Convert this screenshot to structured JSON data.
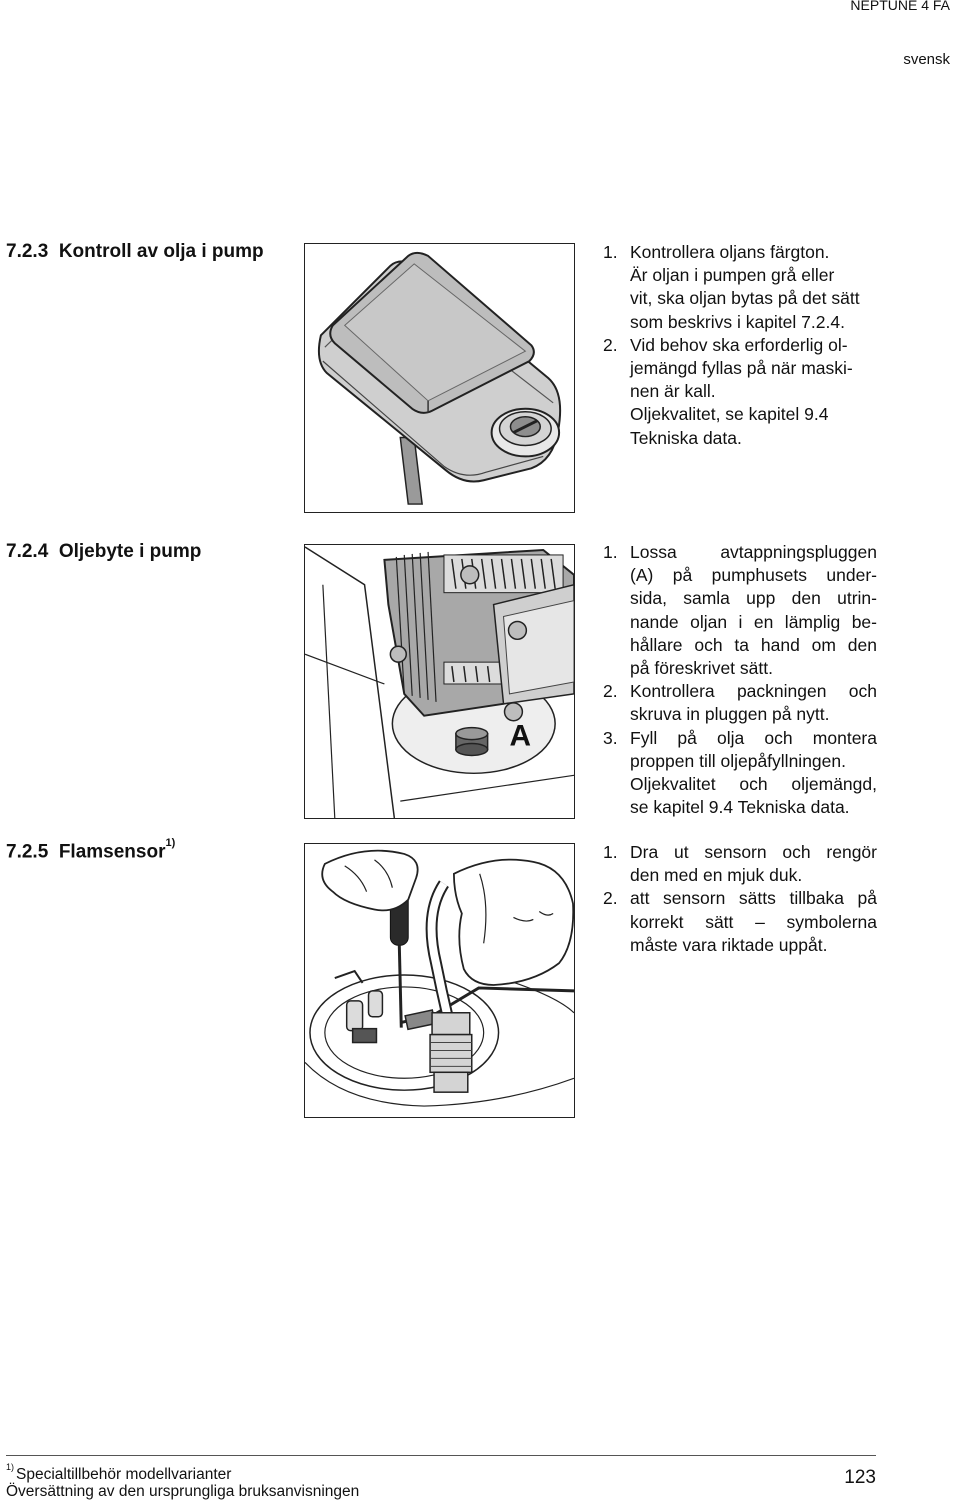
{
  "header": {
    "product": "NEPTUNE 4 FA",
    "language": "svensk"
  },
  "sections": [
    {
      "number": "7.2.3",
      "title": "Kontroll av olja i pump",
      "steps": [
        {
          "num": "1.",
          "lines": [
            "Kontrollera oljans färgton.",
            "Är oljan i pumpen grå eller",
            "vit, ska oljan bytas på det sätt",
            "som beskrivs i kapitel 7.2.4."
          ]
        },
        {
          "num": "2.",
          "lines": [
            "Vid behov ska erforderlig ol-",
            "jemängd fyllas på när maski-",
            "nen är kall."
          ]
        }
      ],
      "note_lines": [
        "Oljekvalitet, se kapitel 9.4",
        "Tekniska data."
      ]
    },
    {
      "number": "7.2.4",
      "title": "Oljebyte i pump",
      "figure_label": "A",
      "steps": [
        {
          "num": "1.",
          "lines": [
            "Lossa avtappningspluggen",
            "(A) på pumphusets under-",
            "sida, samla upp den utrin-",
            "nande oljan i en lämplig be-",
            "hållare och ta hand om den",
            "på föreskrivet sätt."
          ]
        },
        {
          "num": "2.",
          "lines": [
            "Kontrollera packningen och",
            "skruva in pluggen på nytt."
          ]
        },
        {
          "num": "3.",
          "lines": [
            "Fyll på olja och montera",
            "proppen till oljepåfyllningen.",
            "Oljekvalitet och oljemängd,",
            "se kapitel 9.4 Tekniska data."
          ]
        }
      ]
    },
    {
      "number": "7.2.5",
      "title": "Flamsensor",
      "title_sup": "1)",
      "steps": [
        {
          "num": "1.",
          "lines": [
            "Dra ut sensorn och rengör",
            "den med en mjuk duk."
          ]
        },
        {
          "num": "2.",
          "lines": [
            "att sensorn sätts tillbaka på",
            "korrekt sätt – symbolerna",
            "måste vara riktade uppåt."
          ]
        }
      ]
    }
  ],
  "footer": {
    "footnote_mark": "1)",
    "footnote_text": "Specialtillbehör modellvarianter",
    "translation_note": "Översättning av den ursprungliga bruksanvisningen",
    "page_number": "123"
  },
  "icons": [
    "oil-tank-illustration",
    "pump-drain-plug-illustration",
    "flame-sensor-illustration"
  ]
}
